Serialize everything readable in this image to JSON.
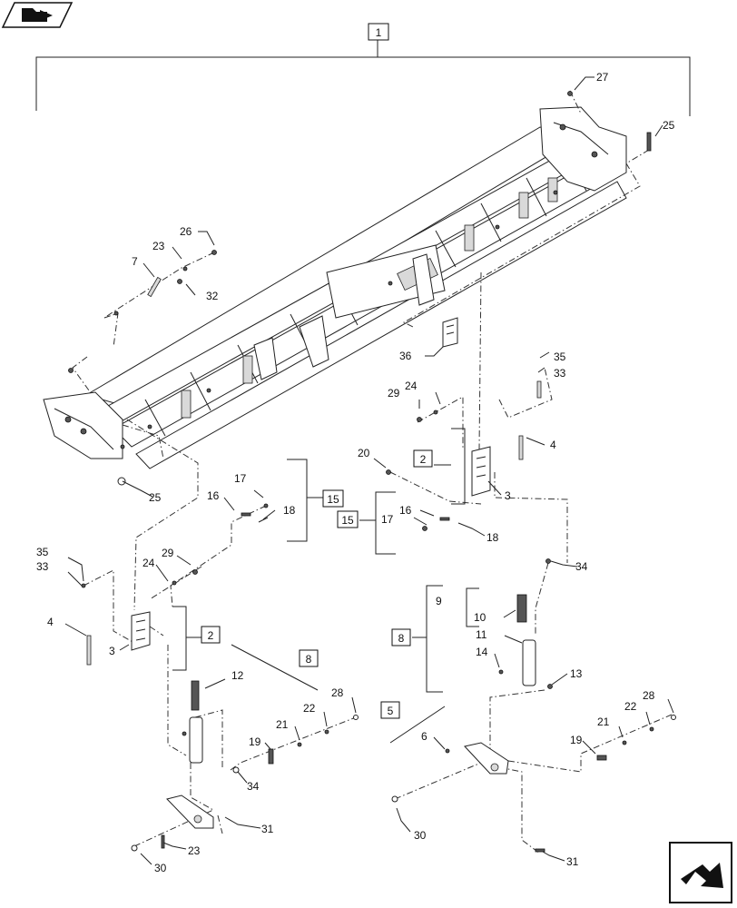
{
  "icons": {
    "top_left": "book-nav-icon",
    "bottom_right": "next-page-arrow-icon"
  },
  "boxed_labels": {
    "assembly": "1",
    "bracket_left": "2",
    "bracket_right": "2",
    "cylinder_left": "8",
    "cylinder_right": "8",
    "link": "5",
    "pin_left": "15",
    "pin_right": "15"
  },
  "callouts": {
    "c27": "27",
    "c25_top": "25",
    "c26": "26",
    "c23_top": "23",
    "c7": "7",
    "c32": "32",
    "c36": "36",
    "c35_right": "35",
    "c33_right": "33",
    "c29_right": "29",
    "c24_right": "24",
    "c4_right": "4",
    "c20": "20",
    "c3_right": "3",
    "c16_right": "16",
    "c17_right": "17",
    "c18_right": "18",
    "c25_bottom": "25",
    "c17_left": "17",
    "c16_left": "16",
    "c18_left": "18",
    "c35_left": "35",
    "c33_left": "33",
    "c29_left": "29",
    "c24_left": "24",
    "c4_left": "4",
    "c3_left": "3",
    "c34_right": "34",
    "c9": "9",
    "c10": "10",
    "c11": "11",
    "c14": "14",
    "c13": "13",
    "c12": "12",
    "c28_left": "28",
    "c22_left": "22",
    "c21_left": "21",
    "c19_left": "19",
    "c34_left": "34",
    "c31_left": "31",
    "c23_bottom": "23",
    "c30_left": "30",
    "c6": "6",
    "c28_right": "28",
    "c22_right": "22",
    "c21_right": "21",
    "c19_right": "19",
    "c30_right": "30",
    "c31_right": "31"
  }
}
